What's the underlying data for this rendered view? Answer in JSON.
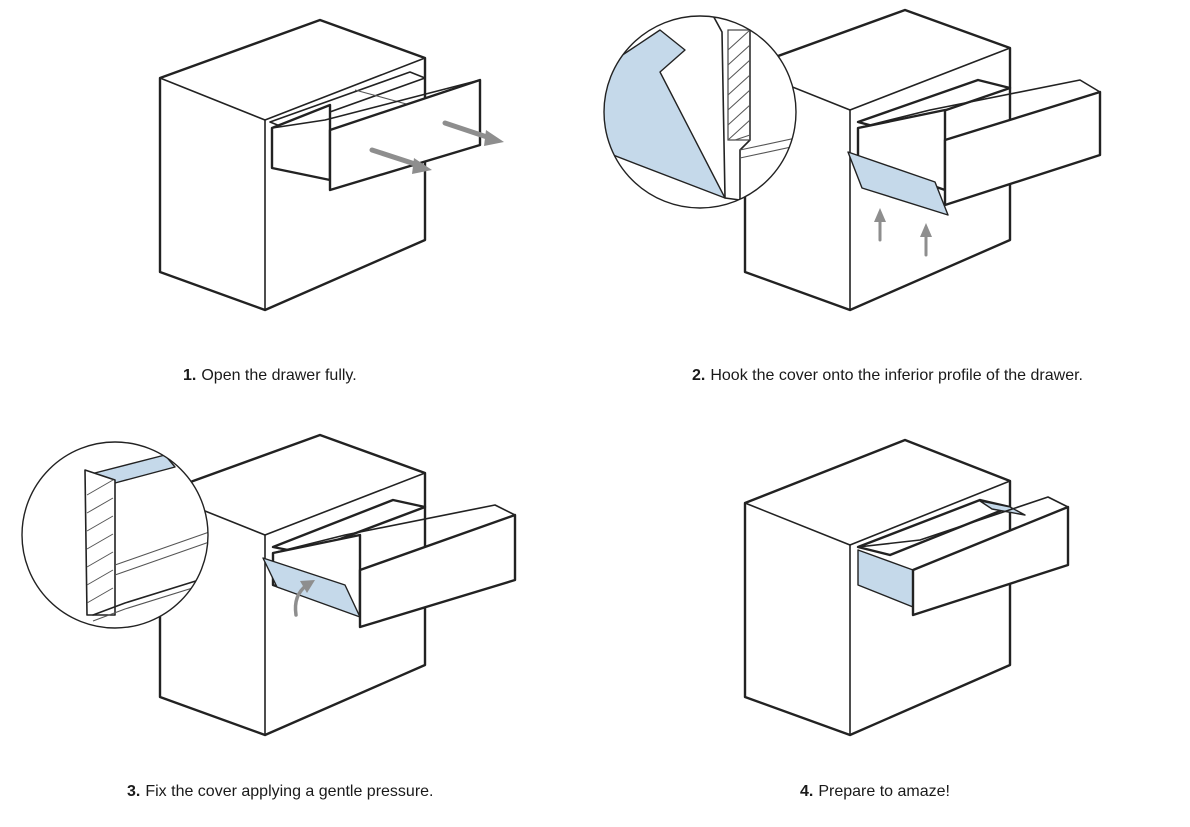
{
  "colors": {
    "accent": "#c5d9ea",
    "arrow": "#8e8e8e",
    "line": "#222222"
  },
  "steps": [
    {
      "number": "1.",
      "text": "Open the drawer fully."
    },
    {
      "number": "2.",
      "text": "Hook the cover onto the inferior profile of the drawer."
    },
    {
      "number": "3.",
      "text": "Fix the cover applying a gentle pressure."
    },
    {
      "number": "4.",
      "text": "Prepare to amaze!"
    }
  ]
}
